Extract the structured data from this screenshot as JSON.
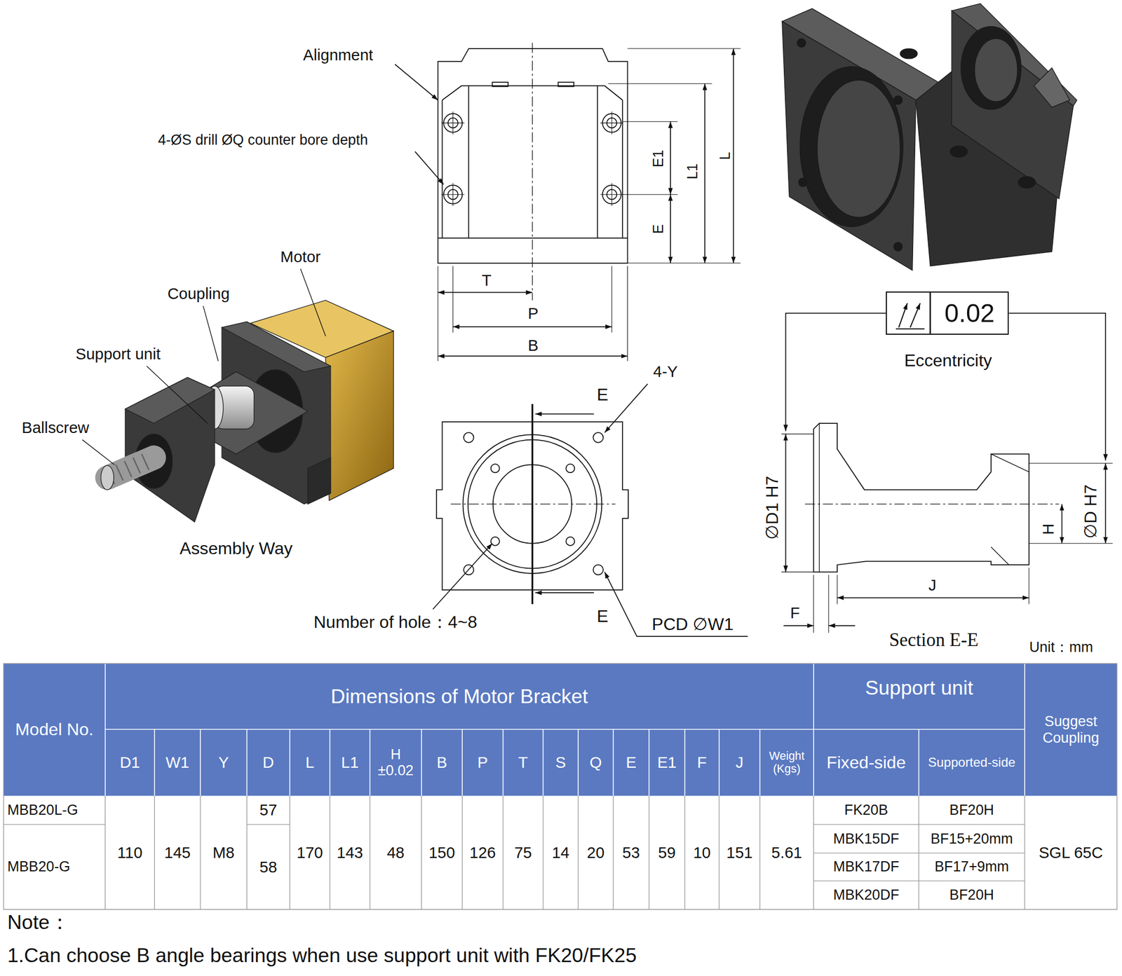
{
  "diagram": {
    "nodes": [
      {
        "text": [
          "0.02"
        ]
      }
    ],
    "labels": [
      "Alignment",
      "4-ØS drill ØQ counter bore depth",
      "E1",
      "L1",
      "L",
      "E",
      "T",
      "P",
      "B",
      "Motor",
      "Coupling",
      "Support unit",
      "Ballscrew",
      "Assembly Way",
      "E",
      "4-Y",
      "E",
      "Number of hole：4~8",
      "PCD ∅W1",
      "Eccentricity",
      "∅D1 H7",
      "∅D H7",
      "H",
      "J",
      "F",
      "Section E-E",
      "Unit：mm",
      "Dimensions of Motor Bracket",
      "Support unit",
      "Model No.",
      "Suggest Coupling",
      "D1",
      "W1",
      "Y",
      "D",
      "L",
      "L1",
      "H ±0.02",
      "B",
      "P",
      "T",
      "S",
      "Q",
      "E",
      "E1",
      "F",
      "J",
      "Weight (Kgs)",
      "Fixed-side",
      "Supported-side",
      "MBB20L-G",
      "57",
      "MBB20-G",
      "110",
      "145",
      "M8",
      "58",
      "170",
      "143",
      "48",
      "150",
      "126",
      "75",
      "14",
      "20",
      "53",
      "59",
      "10",
      "151",
      "5.61",
      "FK20B",
      "BF20H",
      "MBK15DF",
      "BF15+20mm",
      "MBK17DF",
      "BF17+9mm",
      "MBK20DF",
      "BF20H",
      "SGL 65C",
      "Note：",
      "1.Can choose B angle bearings when use support unit with FK20/FK25"
    ]
  }
}
